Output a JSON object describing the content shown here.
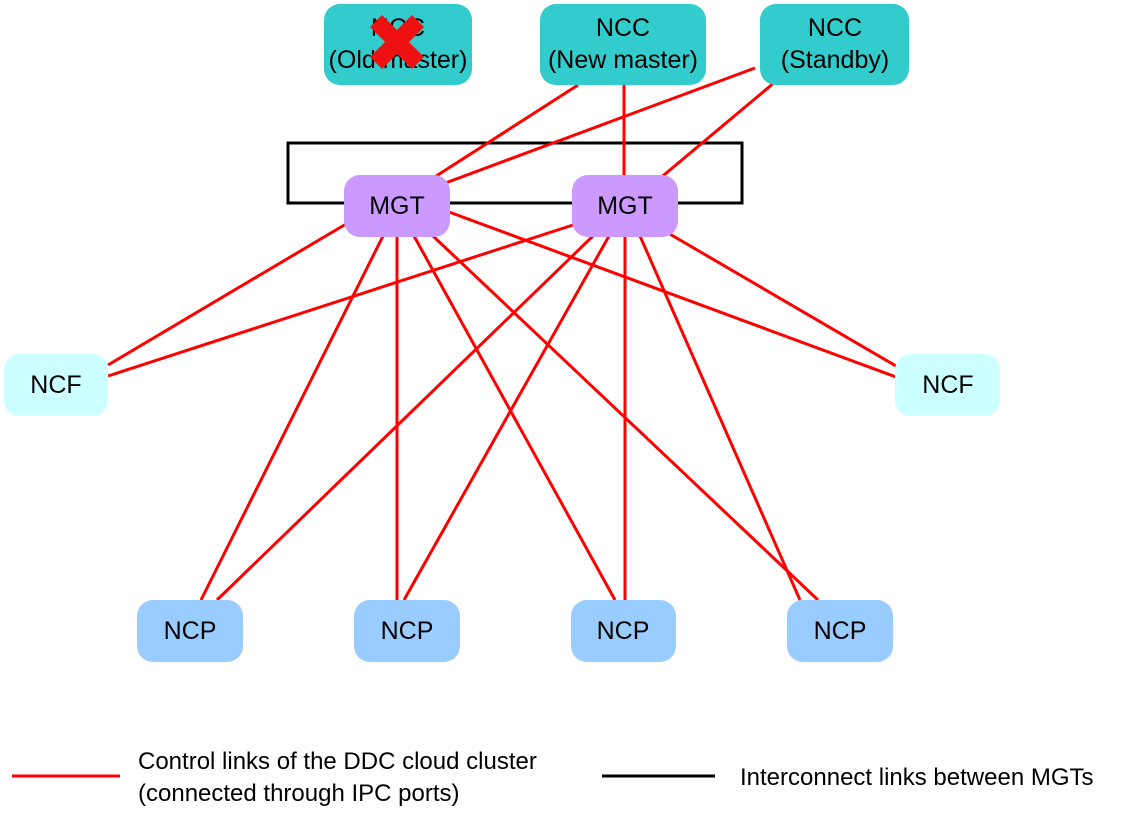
{
  "nodes": {
    "ncc_old": {
      "line1": "NCC",
      "line2": "(Old master)",
      "status_icon": "failed-cross-icon"
    },
    "ncc_new": {
      "line1": "NCC",
      "line2": "(New master)"
    },
    "ncc_standby": {
      "line1": "NCC",
      "line2": "(Standby)"
    },
    "mgt_left": {
      "label": "MGT"
    },
    "mgt_right": {
      "label": "MGT"
    },
    "ncf_left": {
      "label": "NCF"
    },
    "ncf_right": {
      "label": "NCF"
    },
    "ncp_1": {
      "label": "NCP"
    },
    "ncp_2": {
      "label": "NCP"
    },
    "ncp_3": {
      "label": "NCP"
    },
    "ncp_4": {
      "label": "NCP"
    }
  },
  "legend": {
    "control_line1": "Control links of the DDC cloud cluster",
    "control_line2": "(connected through IPC ports)",
    "interconnect": "Interconnect links between MGTs"
  },
  "colors": {
    "ncc": "#33cccc",
    "mgt": "#cc99ff",
    "ncf": "#ccffff",
    "ncp": "#99ccff",
    "control_link": "#ff0000",
    "interconnect_link": "#000000",
    "failure_mark": "#ee1111"
  }
}
